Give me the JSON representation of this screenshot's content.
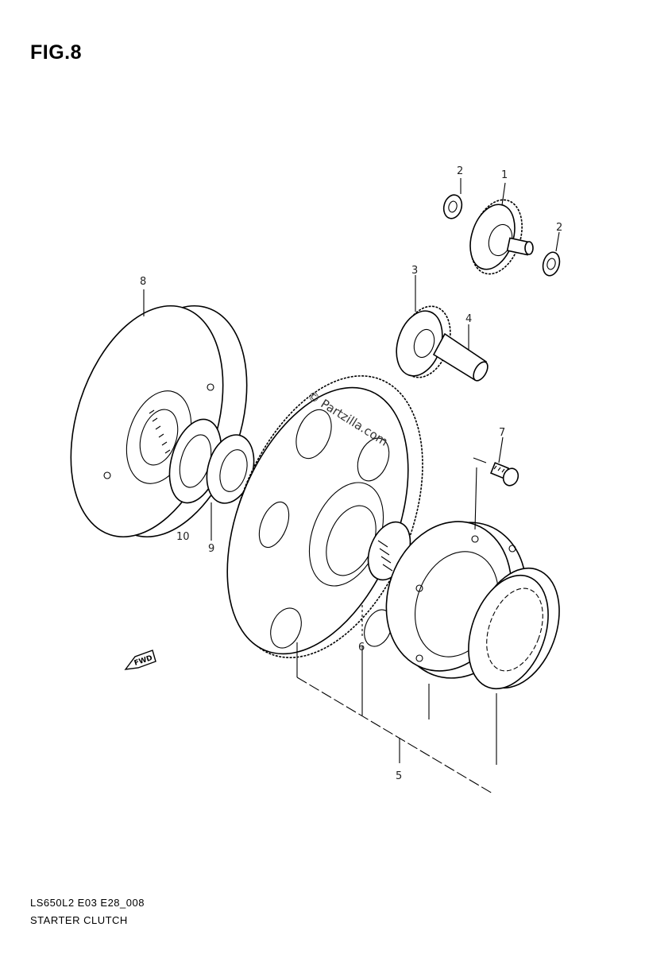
{
  "figure": {
    "title": "FIG.8"
  },
  "watermark": "© Partzilla.com",
  "callouts": {
    "c1": "1",
    "c2a": "2",
    "c2b": "2",
    "c3": "3",
    "c4": "4",
    "c5": "5",
    "c6": "6",
    "c7": "7",
    "c8": "8",
    "c9": "9",
    "c10": "10"
  },
  "direction_marker": {
    "label": "FWD",
    "icon": "forward-arrow-icon"
  },
  "footer": {
    "code": "LS650L2 E03 E28_008",
    "name": "STARTER CLUTCH"
  }
}
